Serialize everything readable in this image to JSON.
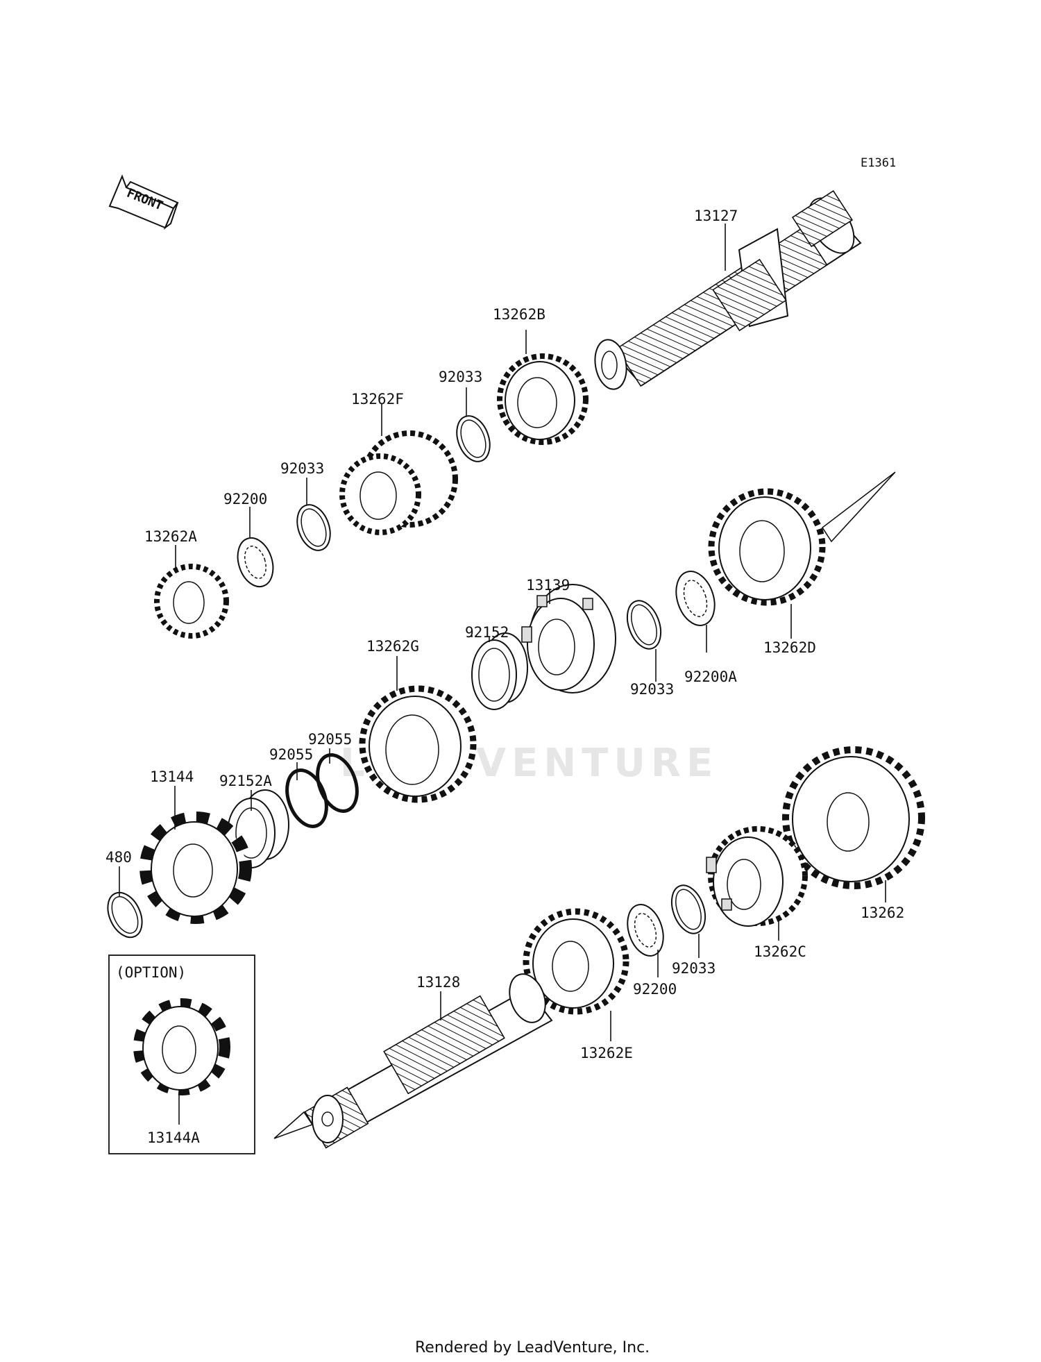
{
  "diagram_code": "E1361",
  "front_label": "FRONT",
  "watermark": "LEADVENTURE",
  "option_label": "(OPTION)",
  "footer": "Rendered by LeadVenture, Inc.",
  "parts": {
    "p13127": "13127",
    "p13262B": "13262B",
    "p92033_a": "92033",
    "p13262F": "13262F",
    "p92033_b": "92033",
    "p92200_a": "92200",
    "p13262A": "13262A",
    "p13139": "13139",
    "p92152": "92152",
    "p13262G": "13262G",
    "p92033_c": "92033",
    "p92200A": "92200A",
    "p13262D": "13262D",
    "p92055_a": "92055",
    "p92055_b": "92055",
    "p92152A": "92152A",
    "p13144": "13144",
    "p480": "480",
    "p13262": "13262",
    "p13262C": "13262C",
    "p92033_d": "92033",
    "p92200_b": "92200",
    "p13262E": "13262E",
    "p13128": "13128",
    "p13144A": "13144A"
  }
}
